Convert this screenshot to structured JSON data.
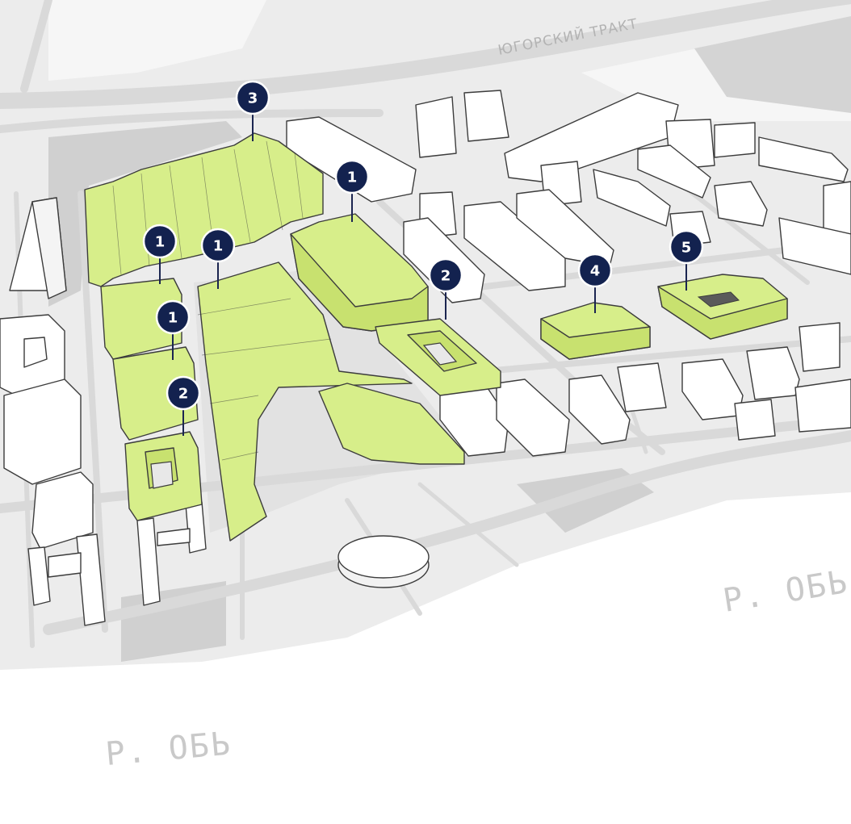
{
  "map": {
    "road_label": "ЮГОРСКИЙ ТРАКТ",
    "river_label_right": "Р. ОБЬ",
    "river_label_bottom": "Р. ОБЬ"
  },
  "markers": [
    {
      "id": "m3",
      "label": "3"
    },
    {
      "id": "m1a",
      "label": "1"
    },
    {
      "id": "m1b",
      "label": "1"
    },
    {
      "id": "m1c",
      "label": "1"
    },
    {
      "id": "m1d",
      "label": "1"
    },
    {
      "id": "m2a",
      "label": "2"
    },
    {
      "id": "m2b",
      "label": "2"
    },
    {
      "id": "m4",
      "label": "4"
    },
    {
      "id": "m5",
      "label": "5"
    }
  ],
  "colors": {
    "highlight": "#d7ee8a",
    "marker": "#13224f",
    "ground": "#ececec"
  }
}
